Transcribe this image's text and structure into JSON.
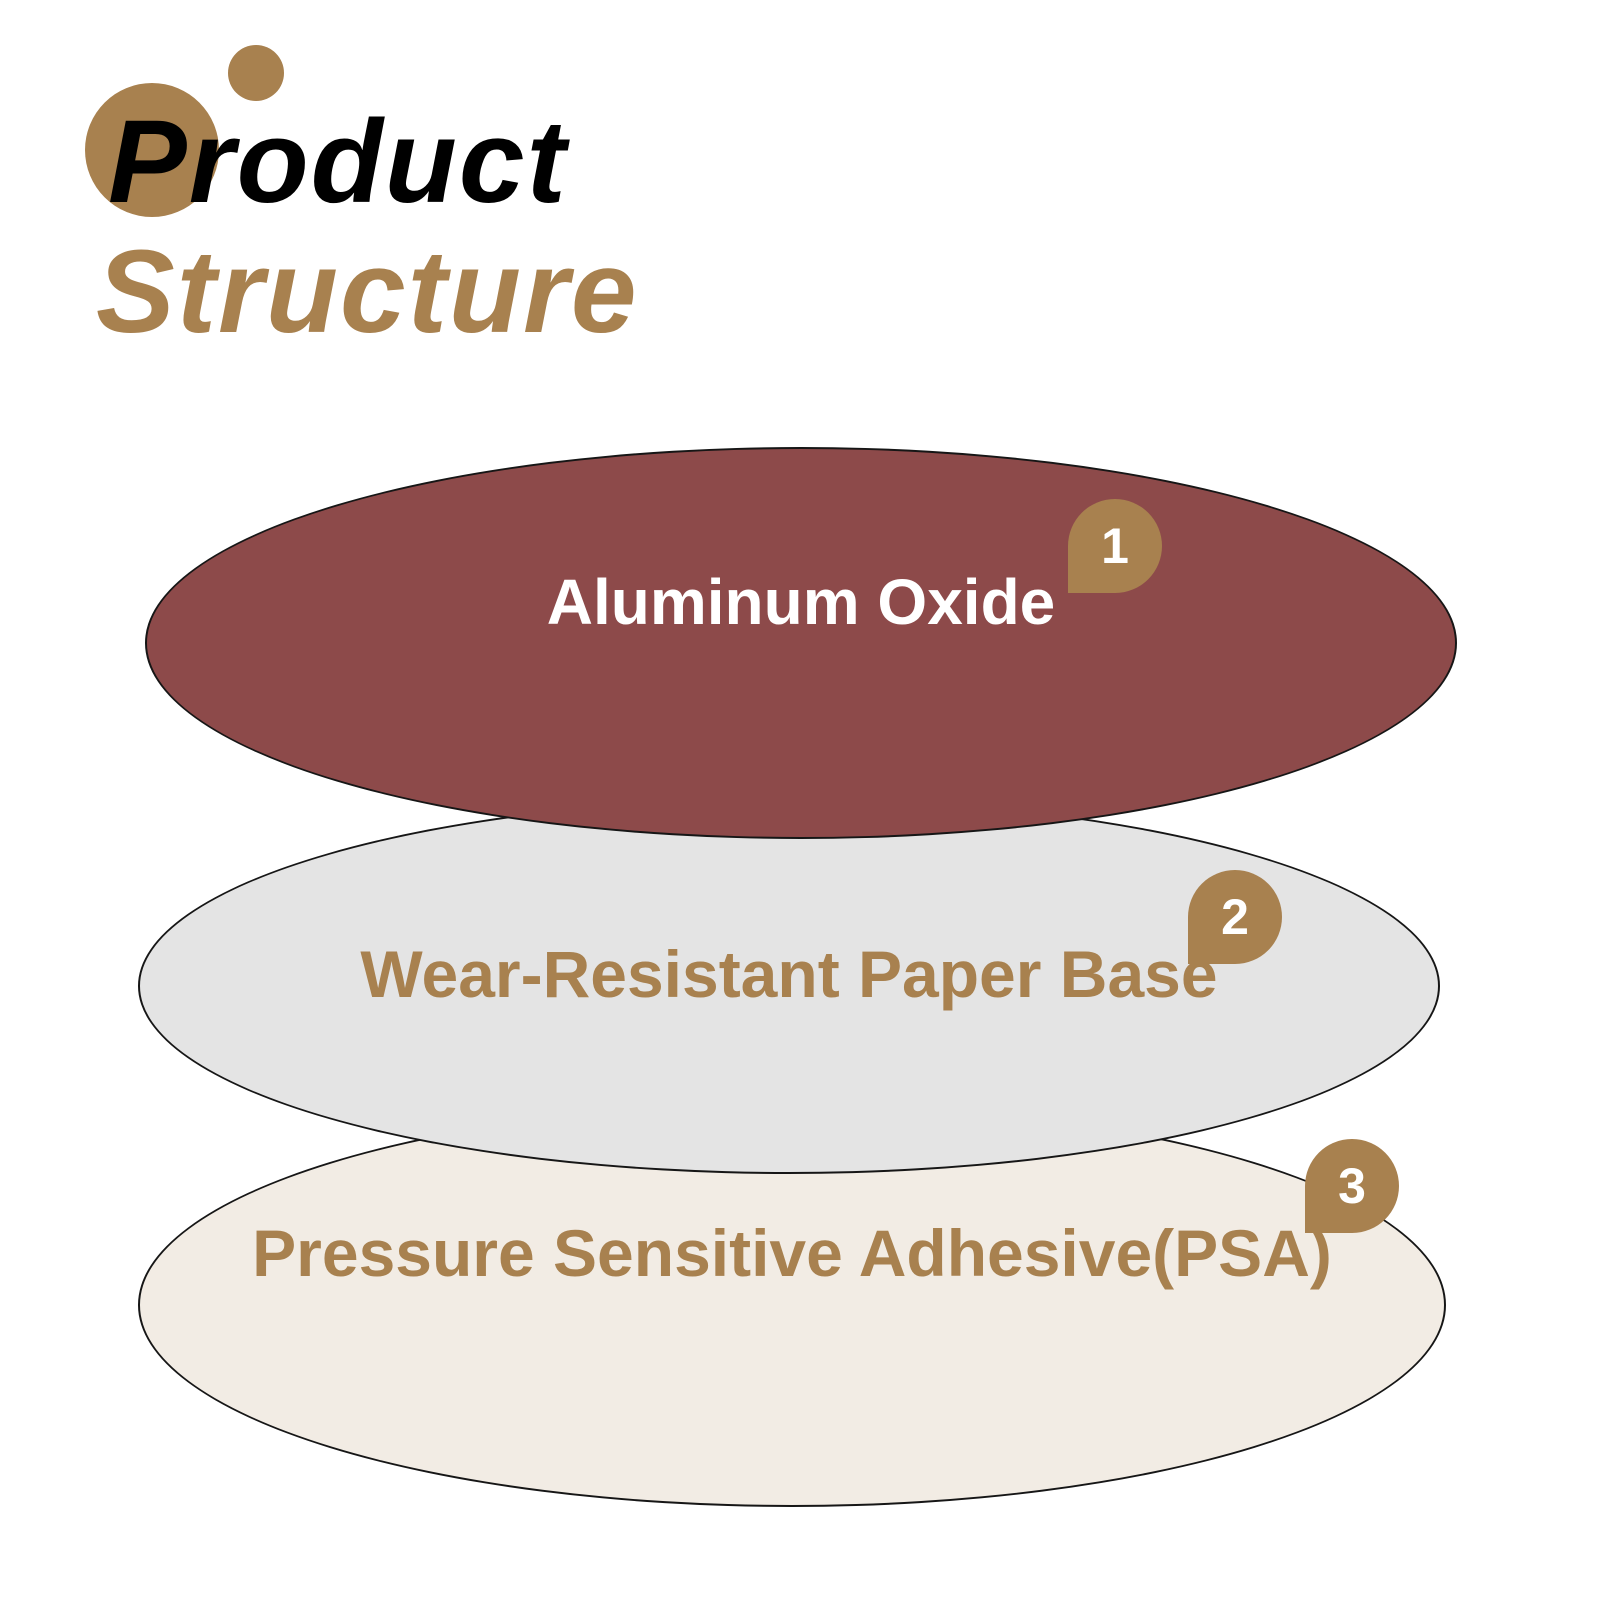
{
  "title": {
    "line1": "Product",
    "line2": "Structure"
  },
  "colors": {
    "accent_tan": "#a8814f",
    "layer1_fill": "#8d4a4a",
    "layer2_fill": "#e4e4e4",
    "layer3_fill": "#f2ece4",
    "layer1_text": "#ffffff",
    "title_line1_color": "#000000",
    "title_line2_color": "#a8814f",
    "marker_text": "#ffffff"
  },
  "layers": [
    {
      "number": "1",
      "label": "Aluminum Oxide"
    },
    {
      "number": "2",
      "label": "Wear-Resistant Paper Base"
    },
    {
      "number": "3",
      "label": "Pressure Sensitive Adhesive(PSA)"
    }
  ]
}
